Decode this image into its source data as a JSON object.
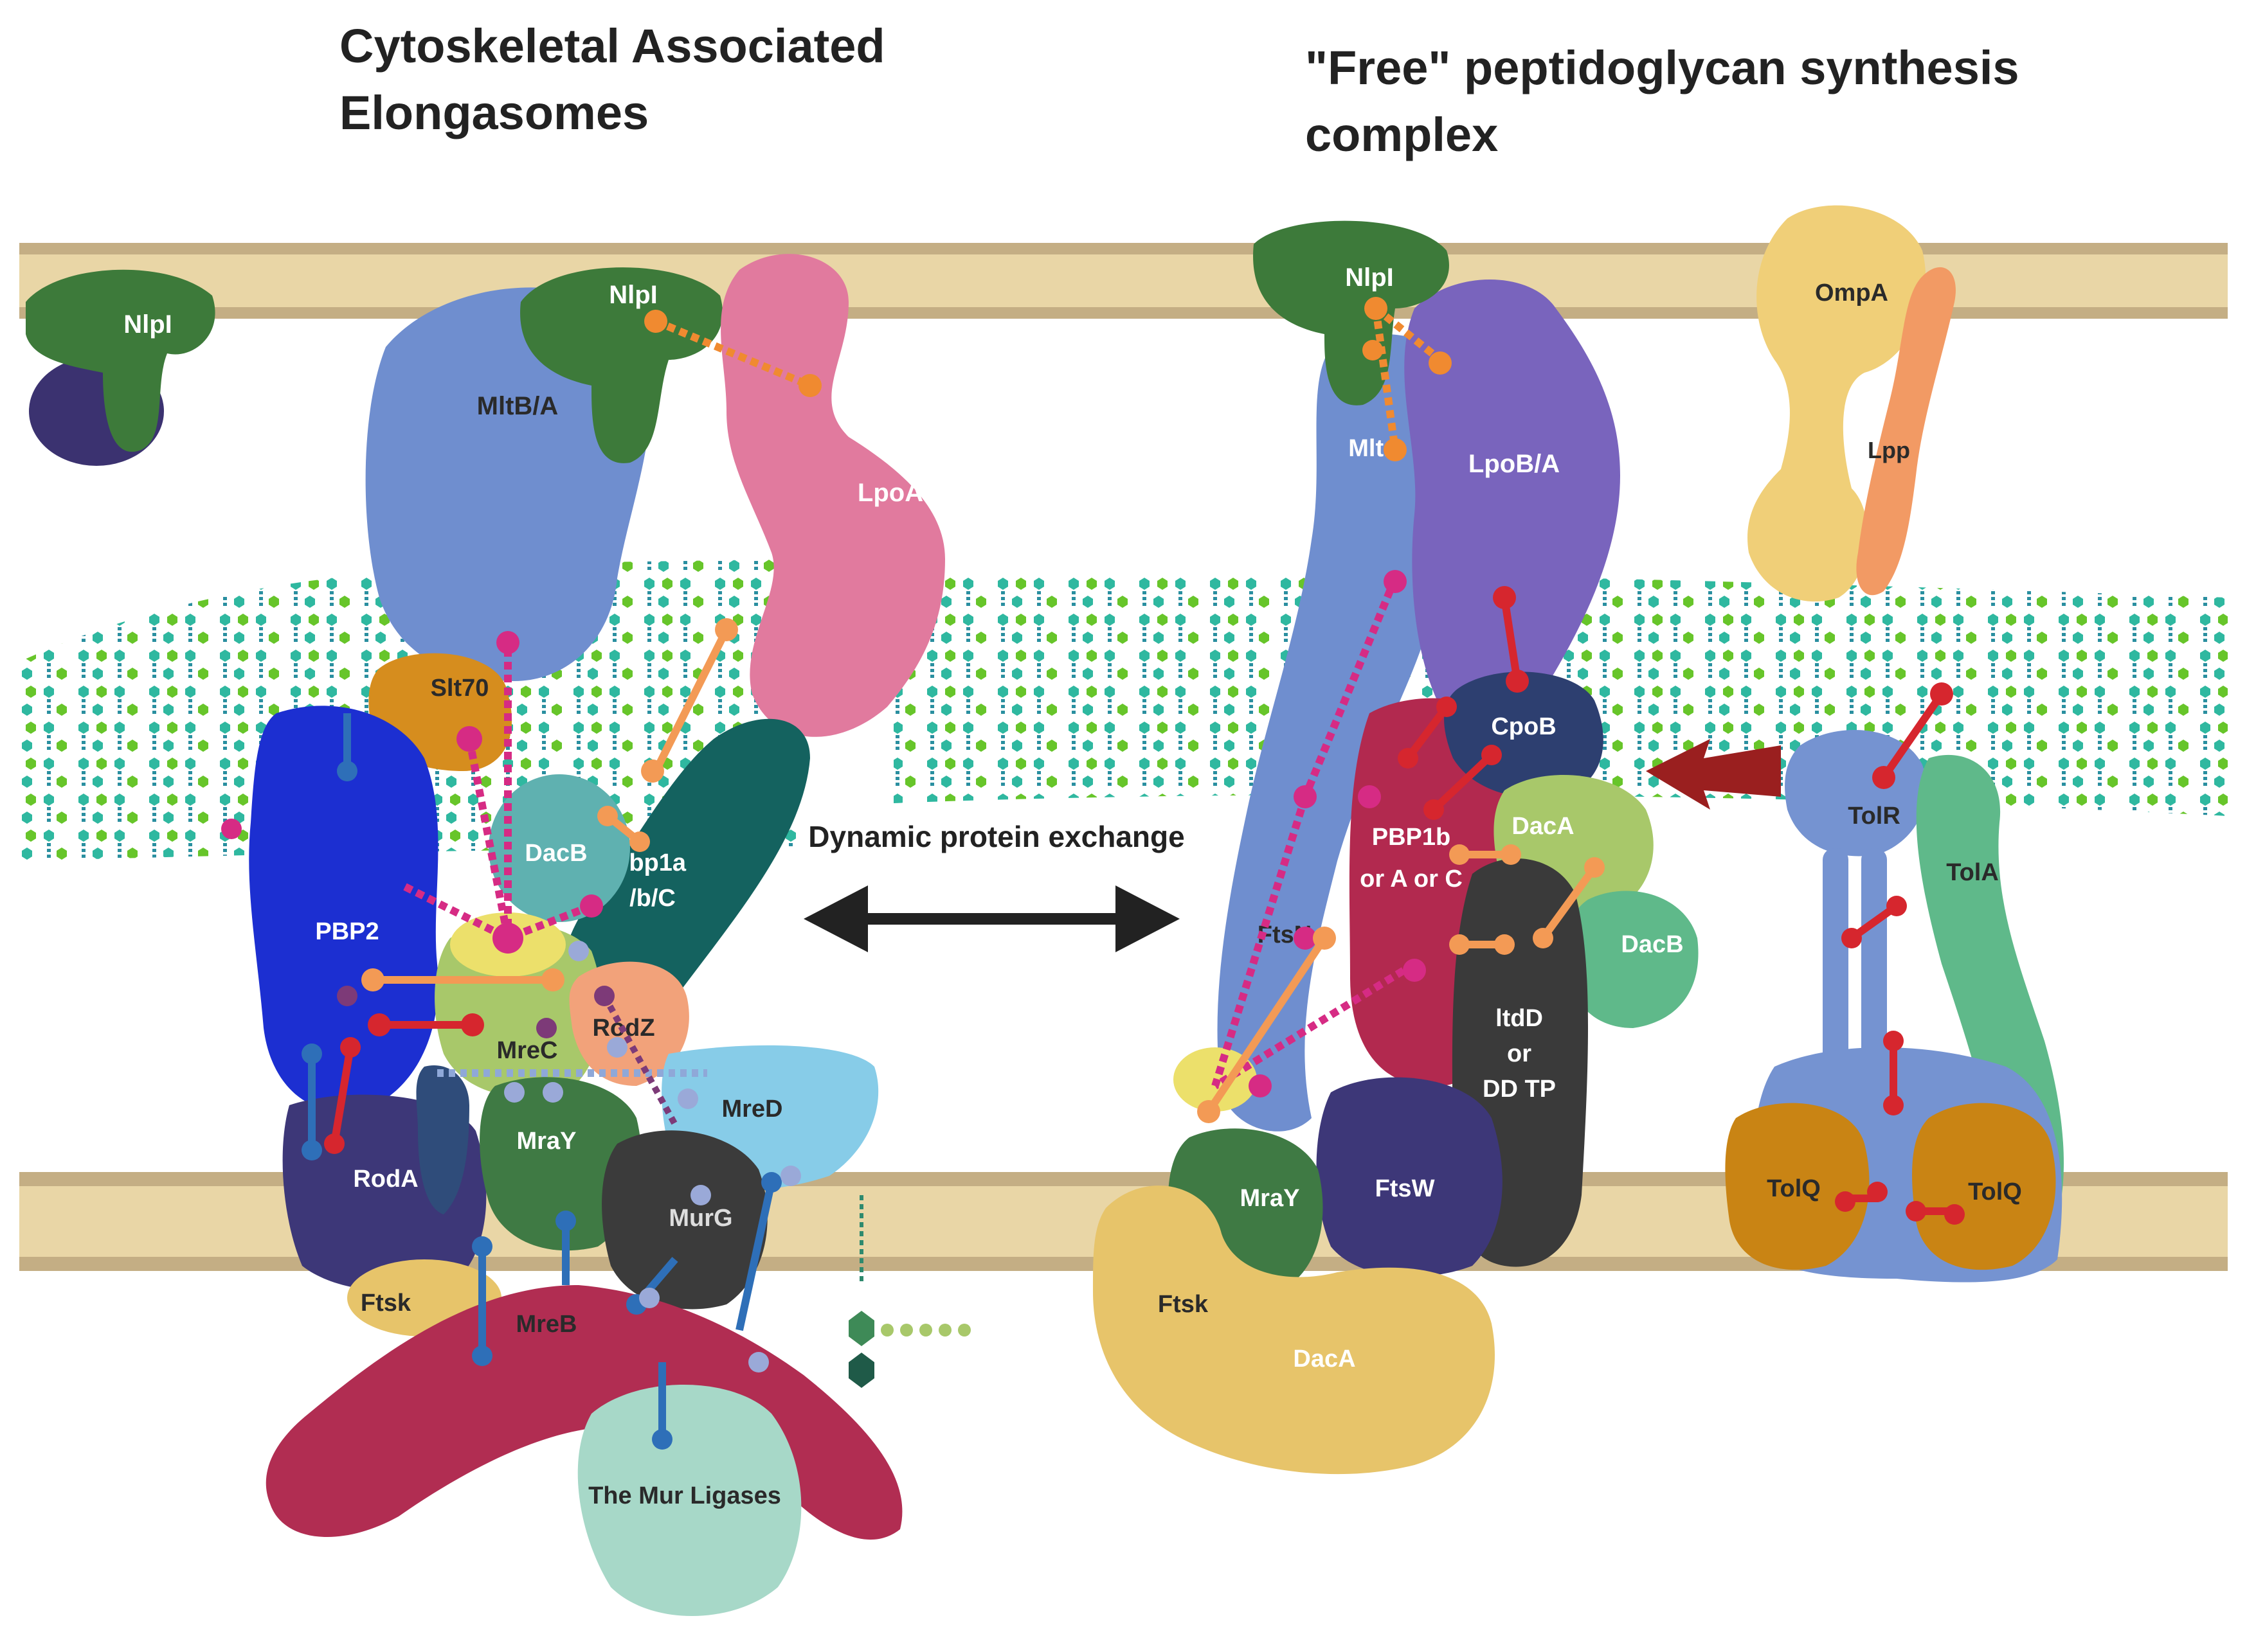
{
  "titles": {
    "left_line1": "Cytoskeletal Associated",
    "left_line2": "Elongasomes",
    "right_line1": "\"Free\" peptidoglycan synthesis",
    "right_line2": "complex"
  },
  "center_label": "Dynamic protein exchange",
  "left_proteins": {
    "nlpi_free": "NlpI",
    "nlpi": "NlpI",
    "mltba": "MltB/A",
    "lpoa": "LpoA",
    "slt70": "Slt70",
    "dacb": "DacB",
    "pbp1a_l1": "Pbp1a",
    "pbp1a_l2": "/b/C",
    "pbp2": "PBP2",
    "rodz": "RodZ",
    "mrec": "MreC",
    "mreD": "MreD",
    "mray": "MraY",
    "roda": "RodA",
    "murg": "MurG",
    "ftsk": "Ftsk",
    "mreb": "MreB",
    "mur_ligases": "The Mur Ligases"
  },
  "right_proteins": {
    "nlpi": "NlpI",
    "mlt": "Mlt.",
    "lpoba": "LpoB/A",
    "ompa": "OmpA",
    "lpp": "Lpp",
    "cpob": "CpoB",
    "pbp1b_l1": "PBP1b",
    "pbp1b_l2": "or A or C",
    "daca_top": "DacA",
    "dacb": "DacB",
    "ftsn": "FtsN",
    "ldtd_l1": "ltdD",
    "ldtd_l2": "or",
    "ldtd_l3": "DD TP",
    "tolr": "TolR",
    "tola": "TolA",
    "tolq_left": "TolQ",
    "tolq_right": "TolQ",
    "mray": "MraY",
    "ftsw": "FtsW",
    "ftsk": "Ftsk",
    "daca_bottom": "DacA"
  },
  "colors": {
    "membrane_band": "#e9d6a6",
    "membrane_edge": "#b9a47c",
    "pg_hexagon": "#2fb8a0",
    "pg_green": "#67c52a",
    "magenta_link": "#d62b84",
    "orange_link": "#f39a55",
    "red_link": "#d6262e",
    "blue_link": "#2e6fb8"
  }
}
